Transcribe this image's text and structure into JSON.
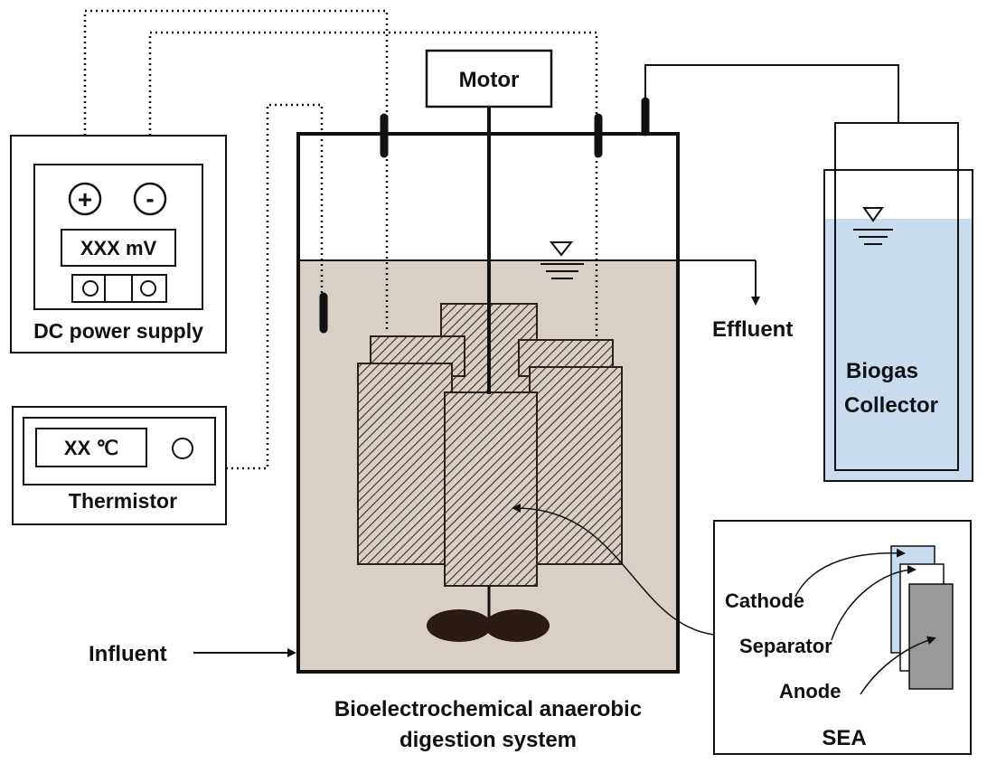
{
  "motor": {
    "label": "Motor"
  },
  "dc_power_supply": {
    "plus_symbol": "+",
    "minus_symbol": "-",
    "display": "XXX mV",
    "label": "DC power supply"
  },
  "thermistor": {
    "display": "XX ℃",
    "label": "Thermistor"
  },
  "reactor": {
    "caption_line1": "Bioelectrochemical anaerobic",
    "caption_line2": "digestion system",
    "liquid_color": "#d8cfc6"
  },
  "flows": {
    "effluent": "Effluent",
    "influent": "Influent"
  },
  "biogas_collector": {
    "line1": "Biogas",
    "line2": "Collector",
    "water_color": "#c9dcef"
  },
  "sea_inset": {
    "title": "SEA",
    "cathode": "Cathode",
    "separator": "Separator",
    "anode": "Anode",
    "cathode_color": "#c9dcef",
    "anode_color": "#999999"
  }
}
